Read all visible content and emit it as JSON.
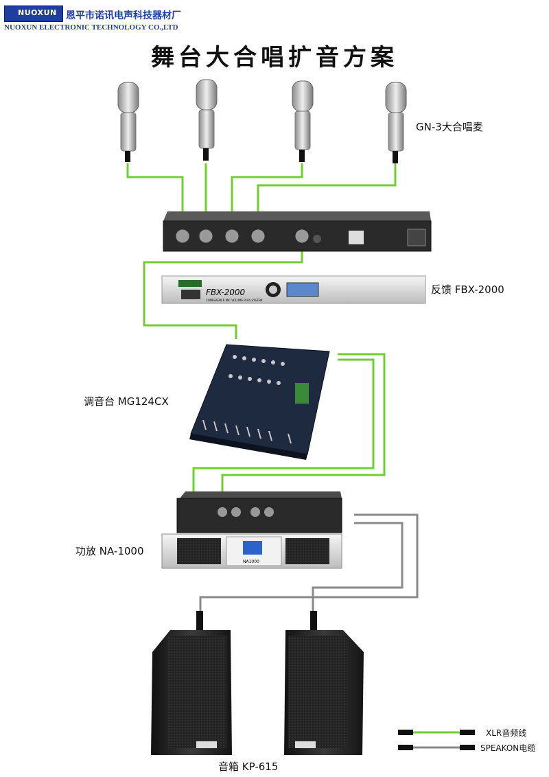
{
  "header": {
    "logo_text": "NUOXUN",
    "company_cn": "恩平市诺讯电声科技器材厂",
    "company_en": "NUOXUN ELECTRONIC TECHNOLOGY CO.,LTD"
  },
  "title": "舞台大合唱扩音方案",
  "devices": {
    "microphones": "GN-3大合唱麦",
    "feedback": "反馈 FBX-2000",
    "mixer": "调音台 MG124CX",
    "amplifier": "功放 NA-1000",
    "speakers": "音箱 KP-615"
  },
  "panel_text": {
    "fbx_model": "FBX-2000",
    "fbx_subtitle": "CONFERENCE MIC VOLUME PLUS SYSTEM",
    "amp_model": "NA1000"
  },
  "legend": {
    "xlr": "XLR音频线",
    "speakon": "SPEAKON电缆"
  },
  "colors": {
    "xlr_cable": "#6fcf2f",
    "speakon_cable": "#8a8a8a",
    "brand_blue": "#1f3fa0"
  }
}
